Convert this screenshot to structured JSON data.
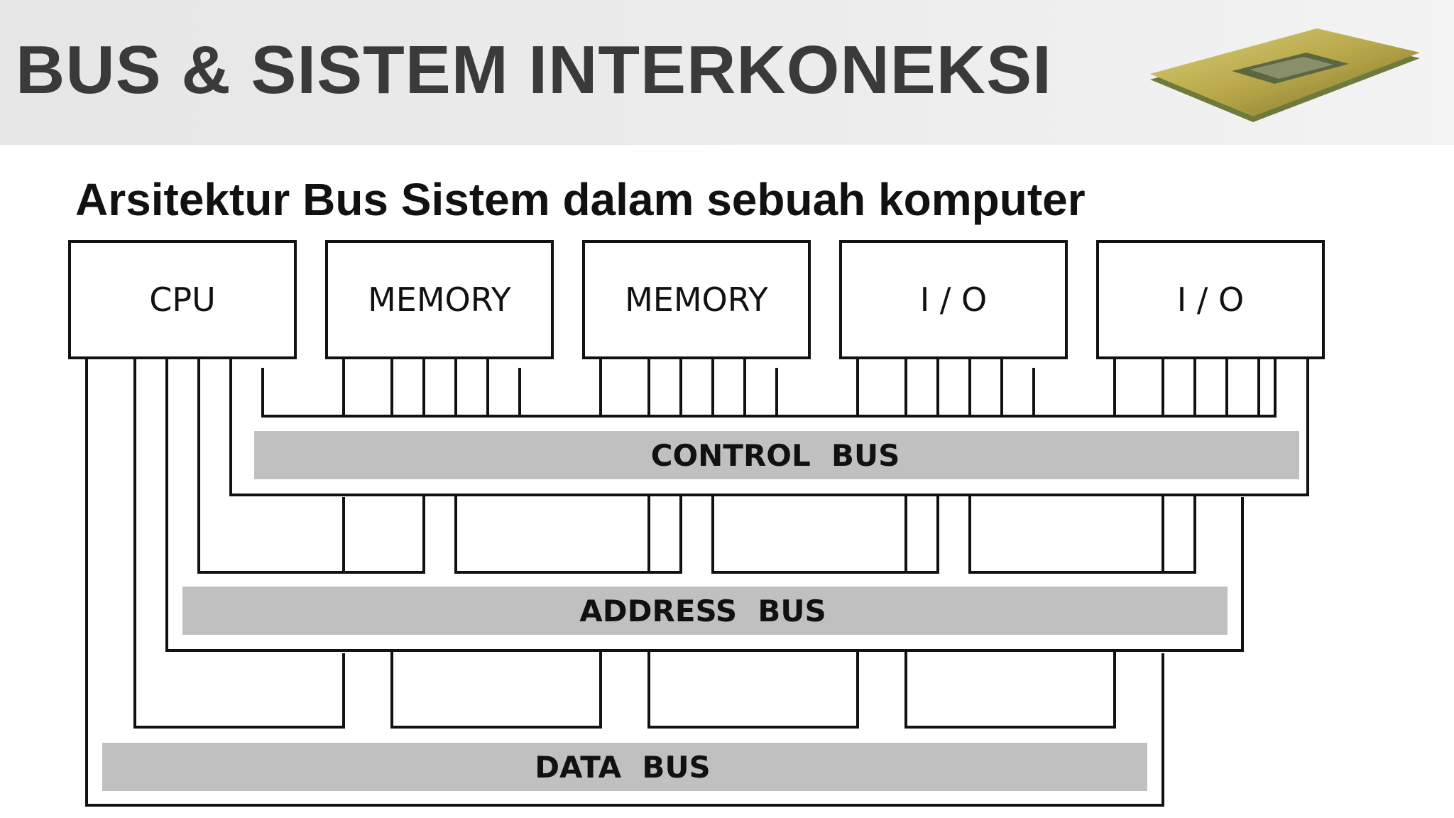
{
  "slide": {
    "title": "BUS & SISTEM INTERKONEKSI",
    "subtitle": "Arsitektur Bus Sistem dalam sebuah komputer"
  },
  "diagram": {
    "components": [
      "CPU",
      "MEMORY",
      "MEMORY",
      "I / O",
      "I / O"
    ],
    "buses": {
      "control": "CONTROL  BUS",
      "address": "ADDRESS  BUS",
      "data": "DATA  BUS"
    }
  },
  "colors": {
    "bus_fill": "#c0c0c0",
    "line": "#111111",
    "title": "#3a3a3a"
  },
  "icons": {
    "header_image": "cpu-chip-icon"
  }
}
